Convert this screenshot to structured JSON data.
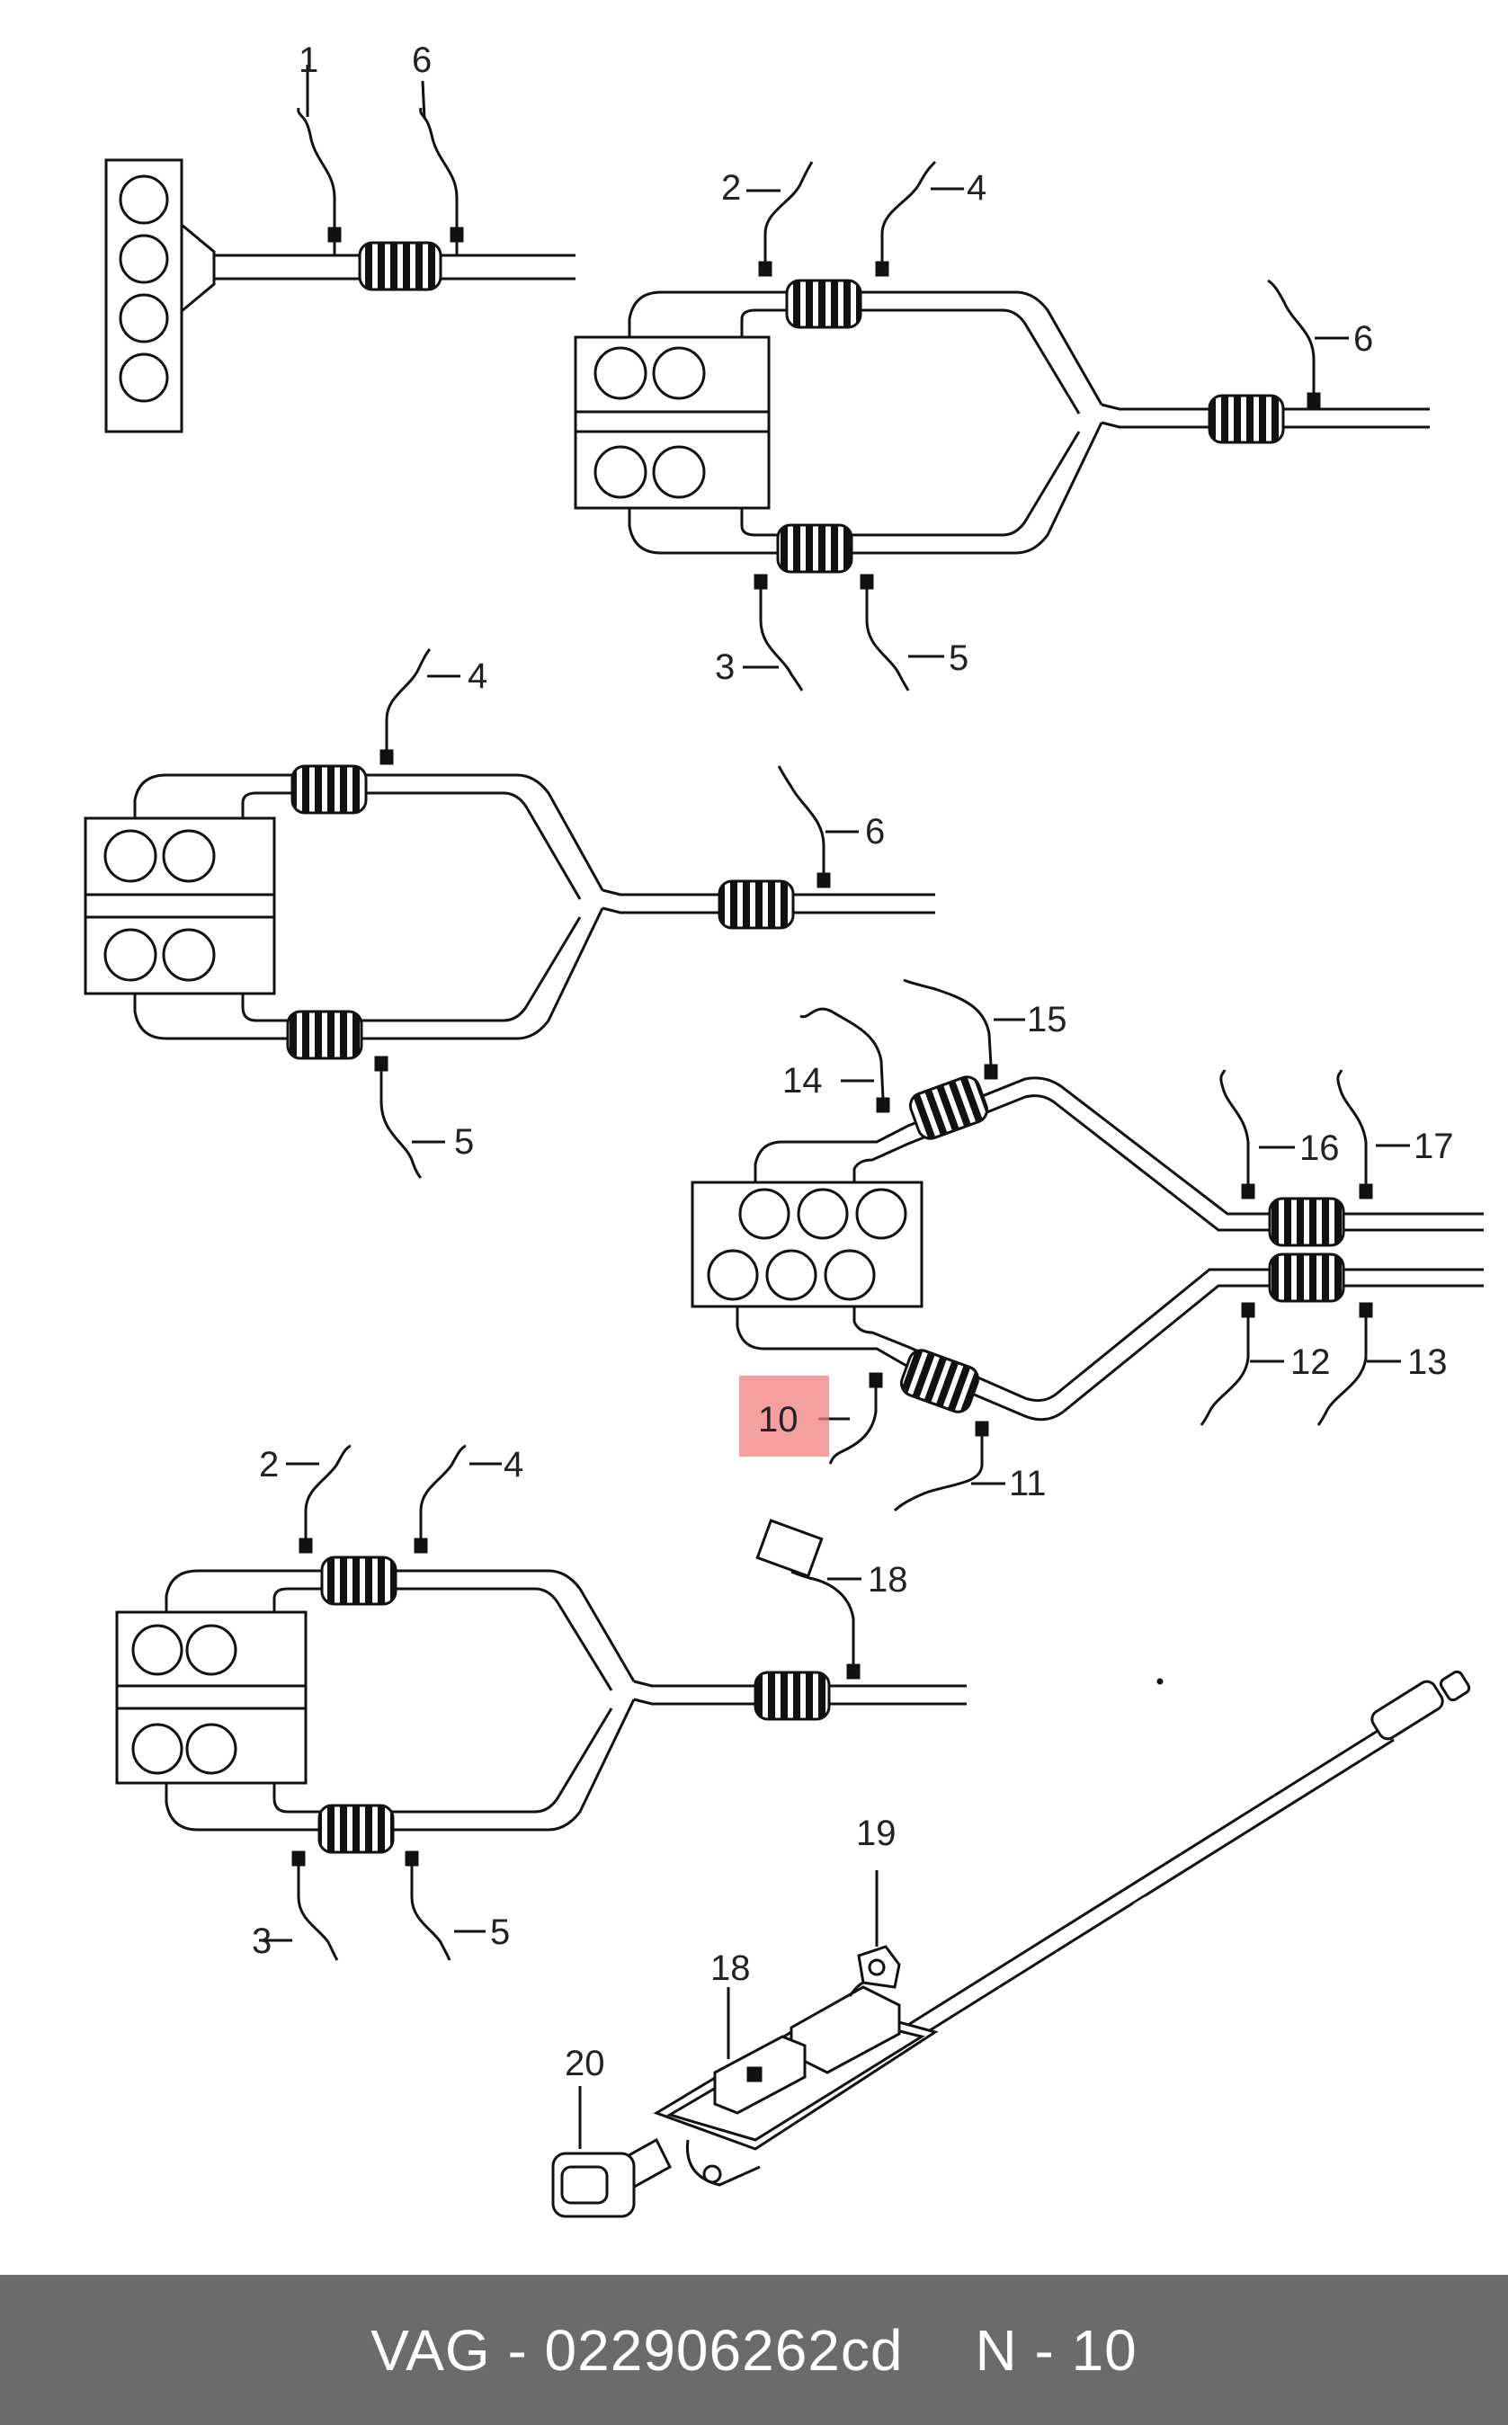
{
  "callouts": {
    "c1": "1",
    "c6a": "6",
    "c2a": "2",
    "c4a": "4",
    "c6b": "6",
    "c3a": "3",
    "c5a": "5",
    "c4b": "4",
    "c6c": "6",
    "c5b": "5",
    "c15": "15",
    "c14": "14",
    "c16": "16",
    "c17": "17",
    "c10": "10",
    "c12": "12",
    "c13": "13",
    "c11": "11",
    "c2b": "2",
    "c4c": "4",
    "c18a": "18",
    "c3b": "3",
    "c5c": "5",
    "c19": "19",
    "c18b": "18",
    "c20": "20"
  },
  "highlight": {
    "color": "#f08080"
  },
  "footer": {
    "brand": "VAG - 022906262cd",
    "page": "N - 10"
  }
}
